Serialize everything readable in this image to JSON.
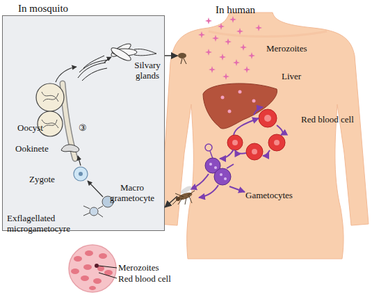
{
  "diagram": {
    "nodes": [
      {
        "text": [
          "In mosquito"
        ]
      },
      {
        "text": [
          "In human"
        ]
      }
    ],
    "edges": [
      {
        "from": 0,
        "to": 1,
        "arrow": "to"
      },
      {
        "from": 1,
        "to": 0,
        "arrow": "to"
      }
    ],
    "labels": [
      "Silvary glands",
      "Oocyst",
      "③",
      "Ookinete",
      "Zygote",
      "Macro grametocyte",
      "Exflagellated microgametocyre",
      "Merozoites",
      "Liver",
      "Red blood cell",
      "Gametocytes",
      "Merozoites",
      "Red blood cell"
    ]
  }
}
